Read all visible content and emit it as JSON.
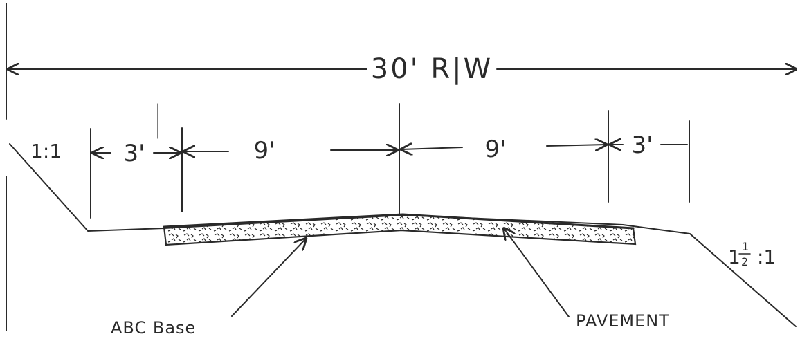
{
  "row_width": "30' R|W",
  "dims": {
    "shoulder_left": "3'",
    "lane_left": "9'",
    "lane_right": "9'",
    "shoulder_right": "3'"
  },
  "slopes": {
    "left": "1:1",
    "right_whole": "1",
    "right_num": "1",
    "right_den": "2",
    "right_ratio": ":1"
  },
  "labels": {
    "base": "ABC Base",
    "pavement": "PAVEMENT"
  },
  "colors": {
    "ink": "#2a2a2a",
    "paper": "#ffffff"
  }
}
